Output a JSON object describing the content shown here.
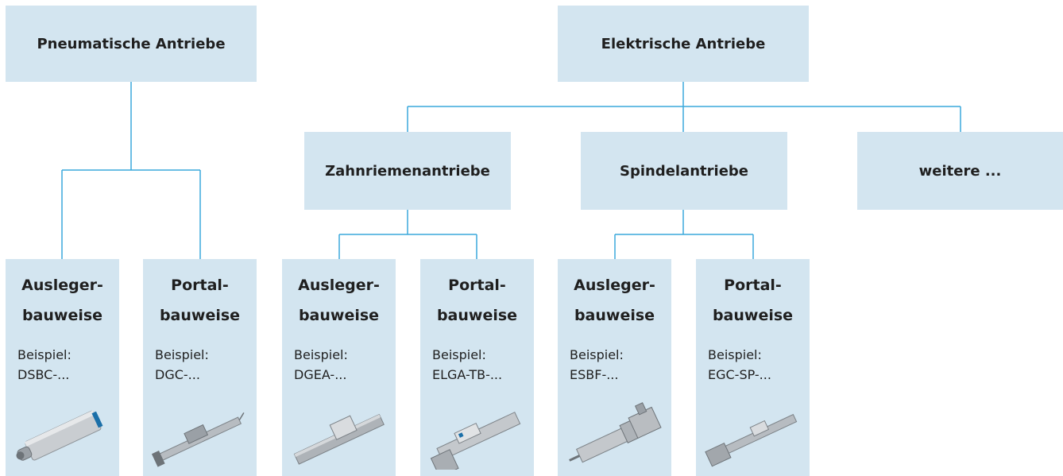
{
  "top": {
    "pneumatic": "Pneumatische Antriebe",
    "electric": "Elektrische Antriebe"
  },
  "mid": {
    "belt": "Zahnriemenantriebe",
    "spindle": "Spindelantriebe",
    "more": "weitere ..."
  },
  "leaves": [
    {
      "title1": "Ausleger-",
      "title2": "bauweise",
      "ex1": "Beispiel:",
      "ex2": "DSBC-...",
      "icon": "pneumatic-cylinder-icon"
    },
    {
      "title1": "Portal-",
      "title2": "bauweise",
      "ex1": "Beispiel:",
      "ex2": "DGC-...",
      "icon": "pneumatic-linear-drive-icon"
    },
    {
      "title1": "Ausleger-",
      "title2": "bauweise",
      "ex1": "Beispiel:",
      "ex2": "DGEA-...",
      "icon": "belt-axis-cantilever-icon"
    },
    {
      "title1": "Portal-",
      "title2": "bauweise",
      "ex1": "Beispiel:",
      "ex2": "ELGA-TB-...",
      "icon": "belt-axis-gantry-icon"
    },
    {
      "title1": "Ausleger-",
      "title2": "bauweise",
      "ex1": "Beispiel:",
      "ex2": "ESBF-...",
      "icon": "electric-cylinder-icon"
    },
    {
      "title1": "Portal-",
      "title2": "bauweise",
      "ex1": "Beispiel:",
      "ex2": "EGC-SP-...",
      "icon": "spindle-axis-icon"
    }
  ],
  "colors": {
    "box": "#d3e5f0",
    "connector": "#3aa8dc"
  }
}
